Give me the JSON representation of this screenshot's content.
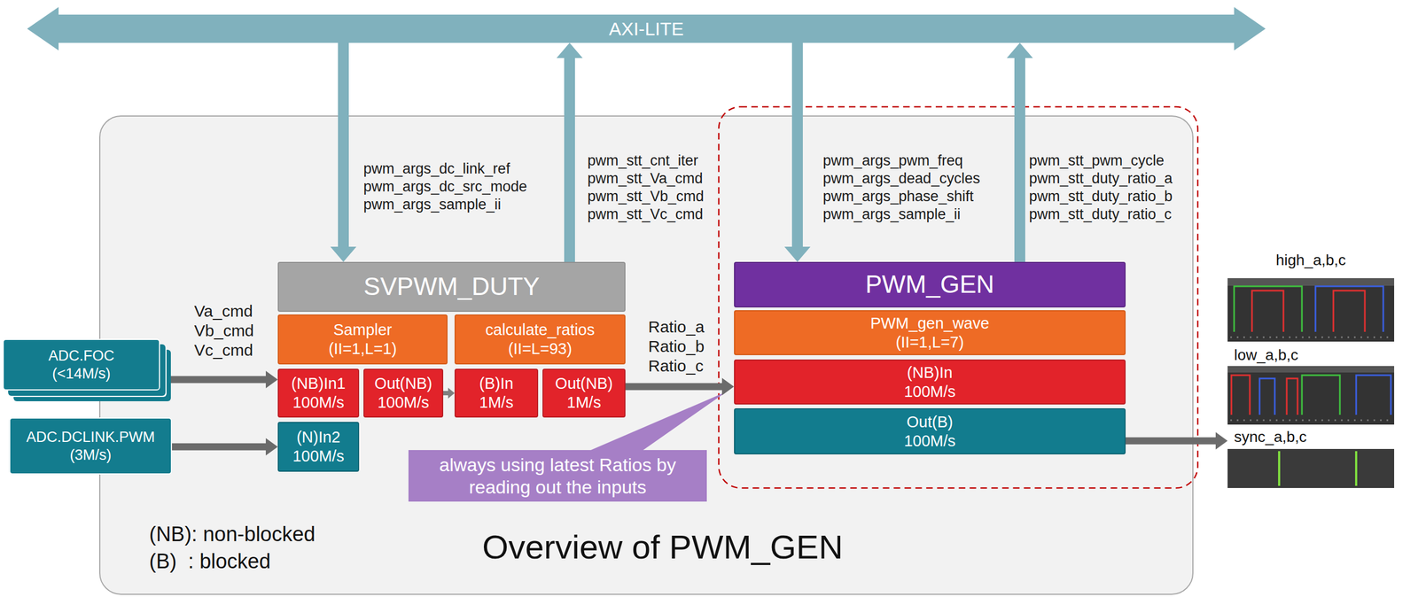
{
  "diagram": {
    "nodes": [
      {
        "text": [
          "AXI-LITE"
        ]
      },
      {
        "text": [
          "Overview of PWM_GEN"
        ]
      },
      {
        "text": [
          "ADC.FOC",
          "(<14M/s)"
        ]
      },
      {
        "text": [
          "ADC.DCLINK.PWM",
          "(3M/s)"
        ]
      },
      {
        "text": [
          "SVPWM_DUTY"
        ],
        "in": 1
      },
      {
        "text": [
          "Sampler",
          "(II=1,L=1)"
        ],
        "in": 1
      },
      {
        "text": [
          "calculate_ratios",
          "(II=L=93)"
        ],
        "in": 1
      },
      {
        "text": [
          "(NB)In1",
          "100M/s"
        ],
        "in": 1
      },
      {
        "text": [
          "Out(NB)",
          "100M/s"
        ],
        "in": 1
      },
      {
        "text": [
          "(B)In",
          "1M/s"
        ],
        "in": 1
      },
      {
        "text": [
          "Out(NB)",
          "1M/s"
        ],
        "in": 1
      },
      {
        "text": [
          "(N)In2",
          "100M/s"
        ],
        "in": 1
      },
      {
        "text": [
          "PWM_GEN"
        ],
        "in": 1
      },
      {
        "text": [
          "PWM_gen_wave",
          "(II=1,L=7)"
        ],
        "in": 1
      },
      {
        "text": [
          "(NB)In",
          "100M/s"
        ],
        "in": 1
      },
      {
        "text": [
          "Out(B)",
          "100M/s"
        ],
        "in": 1
      },
      {
        "text": [
          "always using latest Ratios by reading out the inputs"
        ],
        "in": 1
      },
      {
        "text": [
          "high_a,b,c"
        ]
      },
      {
        "text": [
          "low_a,b,c"
        ]
      },
      {
        "text": [
          "sync_a,b,c"
        ]
      }
    ],
    "edges": [
      {
        "from": 0,
        "to": 4,
        "arrow": "to",
        "label": "pwm_args_dc_link_ref pwm_args_dc_src_mode pwm_args_sample_ii"
      },
      {
        "from": 4,
        "to": 0,
        "arrow": "to",
        "label": "pwm_stt_cnt_iter pwm_stt_Va_cmd pwm_stt_Vb_cmd pwm_stt_Vc_cmd"
      },
      {
        "from": 0,
        "to": 12,
        "arrow": "to",
        "label": "pwm_args_pwm_freq pwm_args_dead_cycles pwm_args_phase_shift pwm_args_sample_ii"
      },
      {
        "from": 12,
        "to": 0,
        "arrow": "to",
        "label": "pwm_stt_pwm_cycle pwm_stt_duty_ratio_a pwm_stt_duty_ratio_b pwm_stt_duty_ratio_c"
      },
      {
        "from": 2,
        "to": 7,
        "arrow": "to",
        "label": "Va_cmd Vb_cmd Vc_cmd"
      },
      {
        "from": 3,
        "to": 11,
        "arrow": "to"
      },
      {
        "from": 8,
        "to": 9,
        "arrow": "to"
      },
      {
        "from": 10,
        "to": 14,
        "arrow": "to",
        "label": "Ratio_a Ratio_b Ratio_c"
      },
      {
        "from": 15,
        "to": 19,
        "arrow": "to"
      }
    ],
    "legend": [
      {
        "text": "(NB): non-blocked"
      },
      {
        "text": "(B)  : blocked"
      }
    ]
  }
}
